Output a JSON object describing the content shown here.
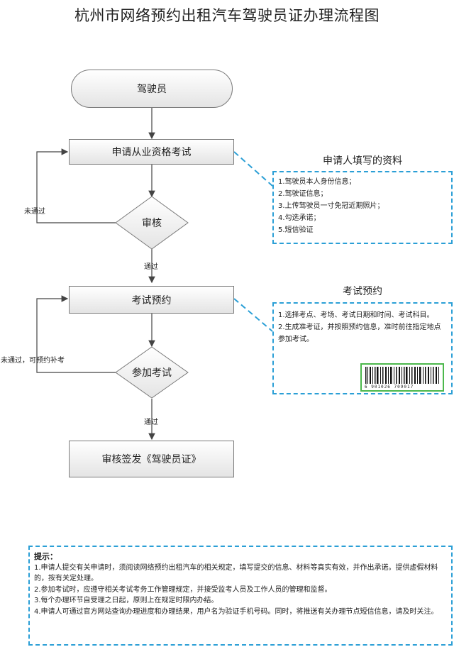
{
  "title": "杭州市网络预约出租汽车驾驶员证办理流程图",
  "flow": {
    "start": "驾驶员",
    "apply": "申请从业资格考试",
    "review": "审核",
    "review_fail": "未通过",
    "review_pass": "通过",
    "booking": "考试预约",
    "exam": "参加考试",
    "exam_fail": "未通过，可预约补考",
    "exam_pass": "通过",
    "issue": "审核签发《驾驶员证》"
  },
  "materials": {
    "title": "申请人填写的资料",
    "items": [
      "1.驾驶员本人身份信息；",
      "2.驾驶证信息；",
      "3.上传驾驶员一寸免冠近期照片；",
      "4.勾选承诺；",
      "5.短信验证"
    ]
  },
  "exam_booking": {
    "title": "考试预约",
    "items": [
      "1.选择考点、考场、考试日期和时间、考试科目。",
      "2.生成准考证，并按照预约信息，准时前往指定地点参加考试。"
    ],
    "barcode_number": "6 901026 709017",
    "barcode_icon": "barcode-icon"
  },
  "tips": {
    "title": "提示：",
    "items": [
      "1.申请人提交有关申请时，须阅读网络预约出租汽车的相关规定，填写提交的信息、材料等真实有效，并作出承诺。提供虚假材料的，按有关定处理。",
      "2.参加考试时，应遵守相关考试考务工作管理规定，并接受监考人员及工作人员的管理和监督。",
      "3.每个办理环节自受理之日起，原则上在规定时限内办结。",
      "4.申请人可通过官方网站查询办理进度和办理结果，用户名为验证手机号码。同时，将推送有关办理节点短信信息，请及时关注。"
    ]
  },
  "colors": {
    "accent": "#2b9fd6",
    "line": "#444444",
    "barcode_border": "#4cb84c"
  }
}
